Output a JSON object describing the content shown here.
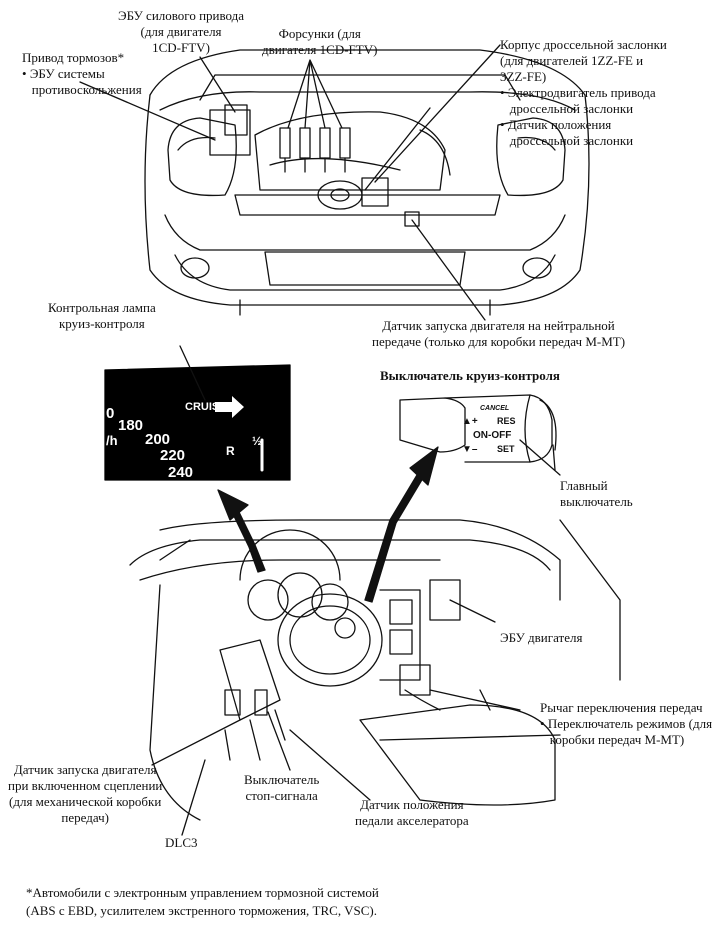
{
  "labels": {
    "ecu_powertrain": [
      "ЭБУ силового привода",
      "(для двигателя",
      "1CD-FTV)"
    ],
    "injectors": [
      "Форсунки (для",
      "двигателя 1CD-FTV)"
    ],
    "brake_actuator": "Привод тормозов*",
    "brake_actuator_items": [
      "ЭБУ системы",
      "противоскольжения"
    ],
    "throttle_body": [
      "Корпус дроссельной заслонки",
      "(для двигателей 1ZZ-FE и",
      "3ZZ-FE)"
    ],
    "throttle_items": [
      [
        "Электродвигатель привода",
        "дроссельной заслонки"
      ],
      [
        "Датчик положения",
        "дроссельной заслонки"
      ]
    ],
    "cruise_lamp": [
      "Контрольная лампа",
      "круиз-контроля"
    ],
    "neutral_start": [
      "Датчик запуска двигателя на нейтральной",
      "передаче (только для коробки передач M-MT)"
    ],
    "cruise_switch_title": "Выключатель круиз-контроля",
    "main_switch": [
      "Главный",
      "выключатель"
    ],
    "engine_ecu": "ЭБУ двигателя",
    "shift_lever": "Рычаг переключения передач",
    "shift_lever_items": [
      "Переключатель режимов (для",
      "коробки передач M-MT)"
    ],
    "clutch_start": [
      "Датчик запуска двигателя",
      "при включенном сцеплении",
      "(для механической коробки",
      "передач)"
    ],
    "dlc3": "DLC3",
    "stop_switch": [
      "Выключатель",
      "стоп-сигнала"
    ],
    "accel_sensor": [
      "Датчик положения",
      "педали акселератора"
    ]
  },
  "gauge": {
    "cruise": "CRUISE",
    "speeds": [
      "0",
      "180",
      "200",
      "220",
      "240"
    ],
    "unit": "/h",
    "gear": "R",
    "half": "½"
  },
  "switch_text": {
    "brand": "CANCEL",
    "plus": "▲+",
    "res": "RES",
    "onoff": "ON-OFF",
    "minus": "▼–",
    "set": "SET"
  },
  "footnote": [
    "*Автомобили с электронным управлением тормозной системой",
    "(ABS с EBD, усилителем экстренного торможения, TRC, VSC)."
  ]
}
